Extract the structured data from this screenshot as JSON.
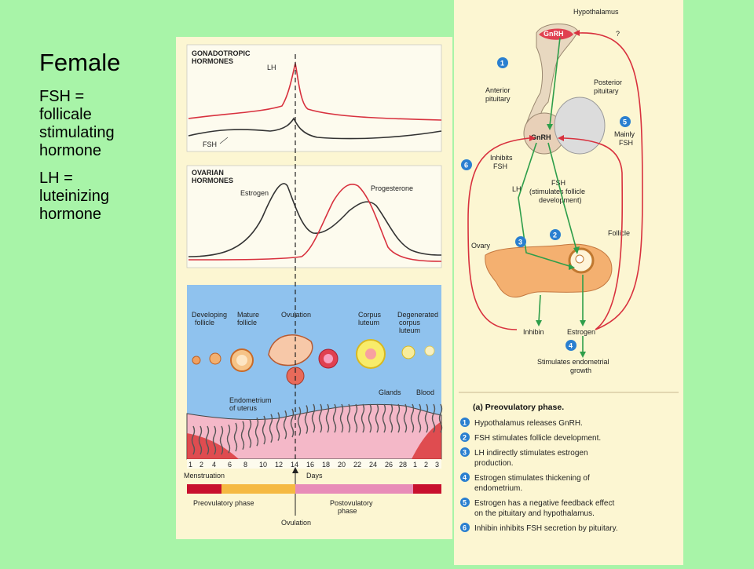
{
  "slide": {
    "title": "Female",
    "definitions": [
      "FSH =\nfollicale\nstimulating\nhormone",
      "LH =\nluteinizing\nhormone"
    ]
  },
  "graphs": {
    "gonadotropic_title_1": "GONADOTROPIC",
    "gonadotropic_title_2": "HORMONES",
    "lh_label": "LH",
    "fsh_label": "FSH",
    "ovarian_title_1": "OVARIAN",
    "ovarian_title_2": "HORMONES",
    "estrogen_label": "Estrogen",
    "progesterone_label": "Progesterone"
  },
  "uterus": {
    "developing_follicle_1": "Developing",
    "developing_follicle_2": "follicle",
    "mature_follicle_1": "Mature",
    "mature_follicle_2": "follicle",
    "ovulation": "Ovulation",
    "corpus_luteum_1": "Corpus",
    "corpus_luteum_2": "luteum",
    "degenerated_1": "Degenerated",
    "degenerated_2": "corpus",
    "degenerated_3": "luteum",
    "endometrium_1": "Endometrium",
    "endometrium_2": "of uterus",
    "glands": "Glands",
    "blood": "Blood"
  },
  "timeline": {
    "days": [
      "1",
      "2",
      "4",
      "6",
      "8",
      "10",
      "12",
      "14",
      "16",
      "18",
      "20",
      "22",
      "24",
      "26",
      "28",
      "1",
      "2",
      "3"
    ],
    "menstruation": "Menstruation",
    "days_label": "Days",
    "preovulatory": "Preovulatory phase",
    "postovulatory_1": "Postovulatory",
    "postovulatory_2": "phase",
    "ovulation_bottom": "Ovulation"
  },
  "flow": {
    "hypothalamus": "Hypothalamus",
    "question": "?",
    "gnrh_top": "GnRH",
    "anterior_1": "Anterior",
    "anterior_2": "pituitary",
    "posterior_1": "Posterior",
    "posterior_2": "pituitary",
    "gnrh_mid": "GnRH",
    "mainly_1": "Mainly",
    "mainly_2": "FSH",
    "inhibits_1": "Inhibits",
    "inhibits_2": "FSH",
    "lh": "LH",
    "fsh_1": "FSH",
    "fsh_2": "(stimulates follicle",
    "fsh_3": "development)",
    "ovary": "Ovary",
    "follicle": "Follicle",
    "inhibin": "Inhibin",
    "estrogen": "Estrogen",
    "stim_1": "Stimulates endometrial",
    "stim_2": "growth",
    "steps": [
      "1",
      "2",
      "3",
      "4",
      "5",
      "6"
    ]
  },
  "legend": {
    "heading": "(a) Preovulatory phase.",
    "items": [
      {
        "num": "1",
        "lines": [
          "Hypothalamus releases GnRH."
        ]
      },
      {
        "num": "2",
        "lines": [
          "FSH stimulates follicle development."
        ]
      },
      {
        "num": "3",
        "lines": [
          "LH indirectly stimulates estrogen",
          "production."
        ]
      },
      {
        "num": "4",
        "lines": [
          "Estrogen stimulates thickening of",
          "endometrium."
        ]
      },
      {
        "num": "5",
        "lines": [
          "Estrogen has a negative feedback effect",
          "on the pituitary and hypothalamus."
        ]
      },
      {
        "num": "6",
        "lines": [
          "Inhibin inhibits FSH secretion by pituitary."
        ]
      }
    ]
  },
  "colors": {
    "background": "#a8f4a8",
    "panel": "#fcf6d2",
    "red_curve": "#d8313e",
    "green_arrow": "#2e9e4a",
    "step_badge": "#2a7fd0",
    "uterus_bg": "#8fc2ee",
    "menstruation_bar": "#c8102e",
    "preovulatory_bar": "#f5b942",
    "postovulatory_bar": "#e88cb8"
  }
}
